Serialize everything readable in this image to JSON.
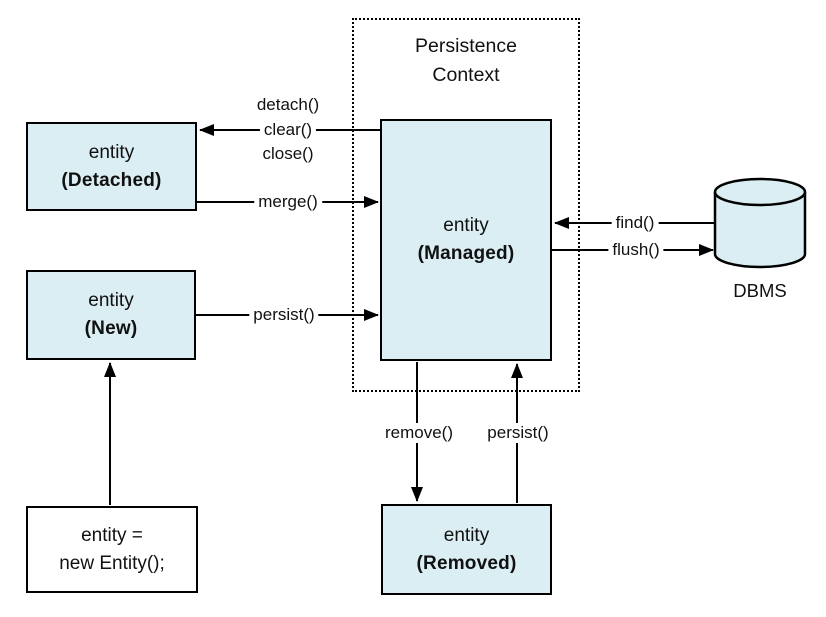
{
  "persistence_context": {
    "title_line1": "Persistence",
    "title_line2": "Context"
  },
  "nodes": {
    "detached": {
      "name": "entity",
      "state": "(Detached)"
    },
    "new": {
      "name": "entity",
      "state": "(New)"
    },
    "managed": {
      "name": "entity",
      "state": "(Managed)"
    },
    "removed": {
      "name": "entity",
      "state": "(Removed)"
    },
    "creation_code": {
      "line1": "entity =",
      "line2": "new Entity();"
    },
    "dbms": {
      "label": "DBMS"
    }
  },
  "edge_labels": {
    "detach": "detach()",
    "clear": "clear()",
    "close": "close()",
    "merge": "merge()",
    "persist_new": "persist()",
    "find": "find()",
    "flush": "flush()",
    "remove": "remove()",
    "persist_removed": "persist()"
  },
  "colors": {
    "node_fill": "#daeef3",
    "line": "#000000",
    "text": "#111111",
    "background": "#ffffff"
  }
}
